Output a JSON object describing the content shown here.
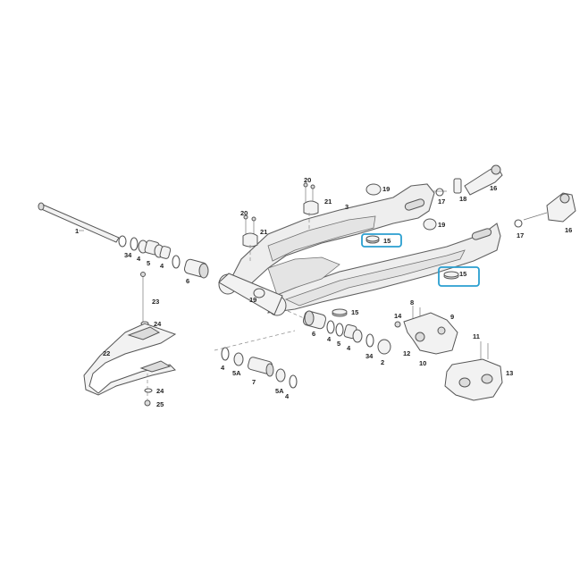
{
  "diagram": {
    "highlight_color": "#2a9fd0",
    "callouts": {
      "c1": "1",
      "c34a": "34",
      "c4a": "4",
      "c5a": "5",
      "c4b": "4",
      "c6a": "6",
      "c20a": "20",
      "c21a": "21",
      "c20b": "20",
      "c21b": "21",
      "c3": "3",
      "c19a": "19",
      "c19b": "19",
      "c19c": "19",
      "c15a": "15",
      "c15b": "15",
      "c15c": "15",
      "c17a": "17",
      "c18": "18",
      "c16a": "16",
      "c16b": "16",
      "c17b": "17",
      "c23": "23",
      "c24a": "24",
      "c22": "22",
      "c24b": "24",
      "c25": "25",
      "c8": "8",
      "c14": "14",
      "c9": "9",
      "c12": "12",
      "c10": "10",
      "c11": "11",
      "c13": "13",
      "c6b": "6",
      "c4c": "4",
      "c5b": "5",
      "c4d": "4",
      "c34b": "34",
      "c2": "2",
      "c4e": "4",
      "c5Aa": "5A",
      "c7": "7",
      "c5Ab": "5A",
      "c4f": "4"
    }
  }
}
